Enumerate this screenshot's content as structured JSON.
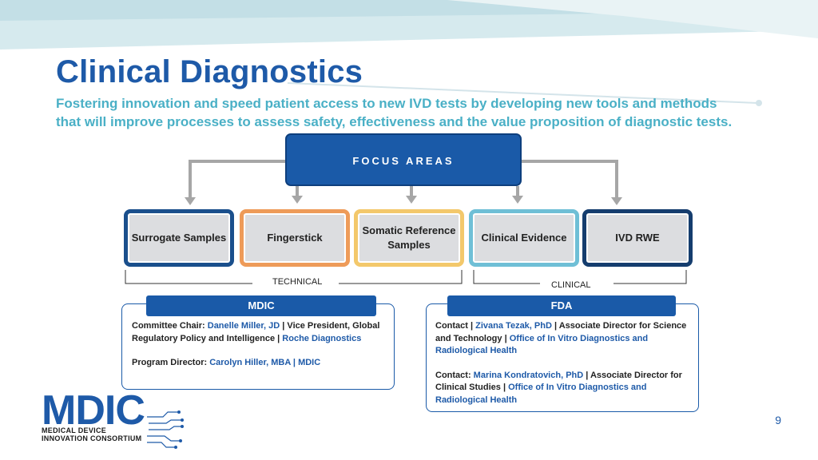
{
  "header": {
    "title": "Clinical Diagnostics",
    "subtitle": "Fostering innovation and speed patient access to new IVD tests by developing new tools and methods that will improve processes to assess safety, effectiveness and the value proposition of diagnostic tests."
  },
  "focus_areas": {
    "label": "FOCUS AREAS",
    "boxes": [
      {
        "label": "Surrogate Samples",
        "color": "#1a4f8c"
      },
      {
        "label": "Fingerstick",
        "color": "#ee9b59"
      },
      {
        "label": "Somatic Reference Samples",
        "color": "#f3c86b"
      },
      {
        "label": "Clinical Evidence",
        "color": "#6fbfd6"
      },
      {
        "label": "IVD RWE",
        "color": "#153d6e"
      }
    ],
    "groups": {
      "technical": "TECHNICAL",
      "clinical": "CLINICAL"
    }
  },
  "mdic_card": {
    "header": "MDIC",
    "chair_prefix": "Committee Chair: ",
    "chair_name": "Danelle Miller, JD",
    "chair_sep": " | Vice President, Global Regulatory Policy and Intelligence | ",
    "chair_org": "Roche Diagnostics",
    "director_prefix": "Program Director: ",
    "director_name": "Carolyn Hiller, MBA | MDIC"
  },
  "fda_card": {
    "header": "FDA",
    "c1_prefix": "Contact | ",
    "c1_name": "Zivana Tezak, PhD",
    "c1_mid": " | Associate Director for Science and Technology | ",
    "c1_org": "Office of In Vitro Diagnostics and Radiological Health",
    "c2_prefix": "Contact: ",
    "c2_name": "Marina Kondratovich, PhD",
    "c2_mid": " | Associate Director for Clinical Studies | ",
    "c2_org": "Office of In Vitro Diagnostics and Radiological Health"
  },
  "logo": {
    "mark": "MDIC",
    "line1": "MEDICAL DEVICE",
    "line2": "INNOVATION CONSORTIUM",
    "color": "#1e5aa8"
  },
  "page_number": "9",
  "colors": {
    "primary": "#1a5aa8",
    "accent": "#4ab0c6"
  }
}
